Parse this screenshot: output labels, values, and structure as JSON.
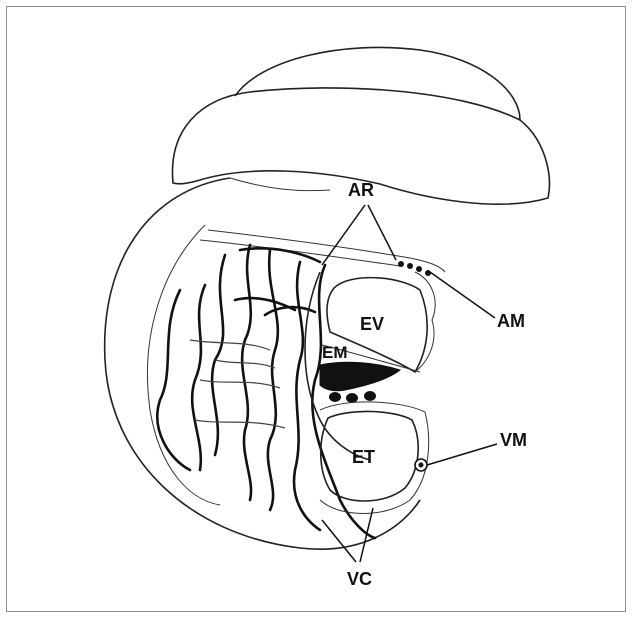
{
  "labels": {
    "ar": "AR",
    "am": "AM",
    "ev": "EV",
    "em": "EM",
    "et": "ET",
    "vm": "VM",
    "vc": "VC"
  }
}
